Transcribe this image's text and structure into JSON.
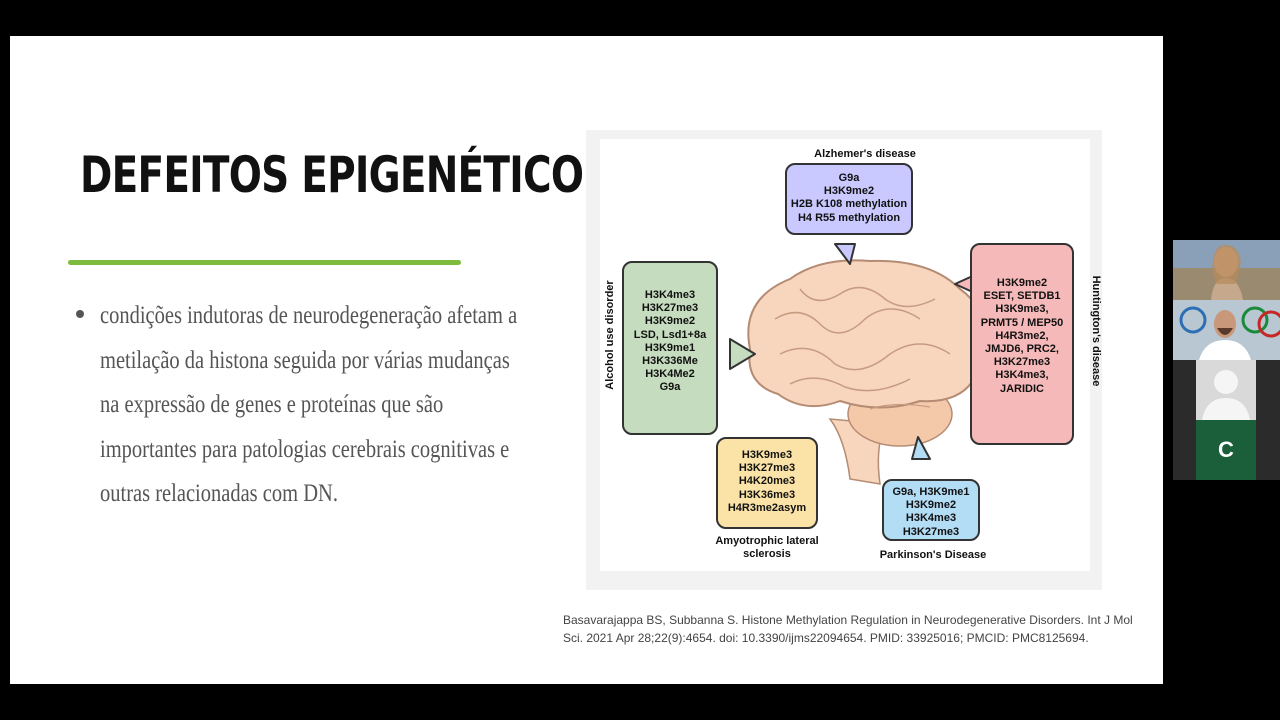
{
  "slide": {
    "title": "DEFEITOS EPIGENÉTICOS",
    "bullet": "condições indutoras de neurodegeneração afetam a metilação da histona seguida por várias mudanças na expressão de genes e proteínas que são importantes para patologias cerebrais cognitivas e outras relacionadas com DN.",
    "citation": "Basavarajappa BS, Subbanna S. Histone Methylation Regulation in Neurodegenerative Disorders. Int J Mol Sci. 2021 Apr 28;22(9):4654. doi: 10.3390/ijms22094654. PMID: 33925016; PMCID: PMC8125694."
  },
  "figure": {
    "alzheimer": {
      "label": "Alzhemer's disease",
      "lines": [
        "G9a",
        "H3K9me2",
        "H2B K108 methylation",
        "H4 R55 methylation"
      ],
      "color": "#c9c9ff"
    },
    "alcohol": {
      "label": "Alcohol use disorder",
      "lines": [
        "H3K4me3",
        "H3K27me3",
        "H3K9me2",
        "LSD, Lsd1+8a",
        "H3K9me1",
        "H3K336Me",
        "H3K4Me2",
        "G9a"
      ],
      "color": "#c5dcbf"
    },
    "huntington": {
      "label": "Huntington's disease",
      "lines": [
        "H3K9me2",
        "ESET, SETDB1",
        "H3K9me3,",
        "PRMT5 / MEP50",
        "H4R3me2,",
        "JMJD6, PRC2,",
        "H3K27me3",
        "H3K4me3,",
        "JARIDIC"
      ],
      "color": "#f6b9b9"
    },
    "als": {
      "label": "Amyotrophic lateral sclerosis",
      "lines": [
        "H3K9me3",
        "H3K27me3",
        "H4K20me3",
        "H3K36me3",
        "H4R3me2asym"
      ],
      "color": "#fbe3a8"
    },
    "parkinson": {
      "label": "Parkinson's Disease",
      "lines": [
        "G9a, H3K9me1",
        "H3K9me2",
        "H3K4me3",
        "H3K27me3"
      ],
      "color": "#b3dcf5"
    }
  },
  "participants": {
    "last_initial": "C"
  }
}
